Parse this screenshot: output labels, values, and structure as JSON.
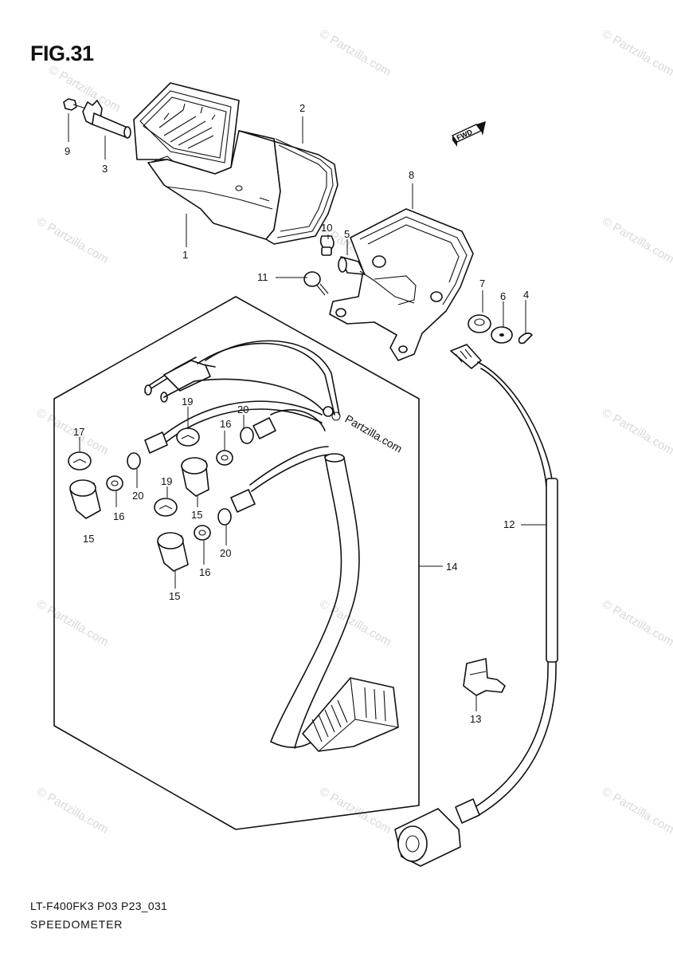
{
  "figure": {
    "title": "FIG.31"
  },
  "footer": {
    "code": "LT-F400FK3 P03 P23_031",
    "name": "SPEEDOMETER"
  },
  "direction_marker": "FWD",
  "watermark": {
    "text": "© Partzilla.com"
  },
  "site_label": "Partzilla.com",
  "callouts": {
    "c1": "1",
    "c2": "2",
    "c3": "3",
    "c4": "4",
    "c5": "5",
    "c6": "6",
    "c7": "7",
    "c8": "8",
    "c9": "9",
    "c10": "10",
    "c11": "11",
    "c12": "12",
    "c13": "13",
    "c14": "14",
    "c15a": "15",
    "c15b": "15",
    "c15c": "15",
    "c16a": "16",
    "c16b": "16",
    "c16c": "16",
    "c17": "17",
    "c19a": "19",
    "c19b": "19",
    "c20a": "20",
    "c20b": "20",
    "c20c": "20"
  }
}
